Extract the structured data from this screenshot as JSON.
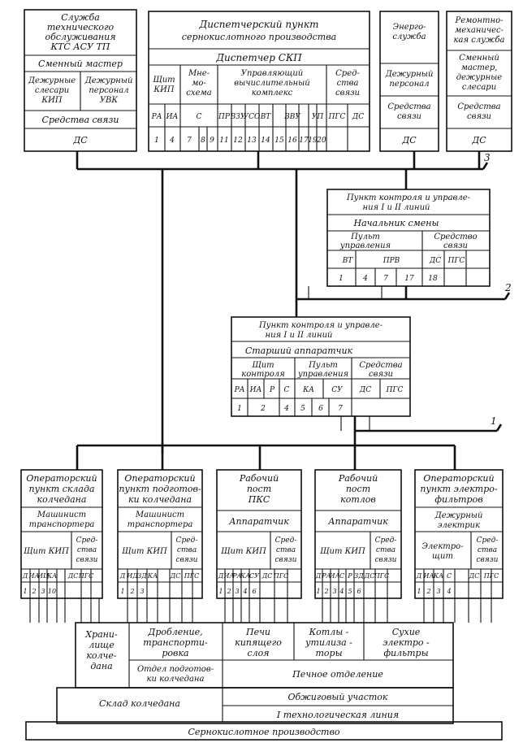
{
  "service_acs": {
    "title": [
      "Служба",
      "технического",
      "обслуживания",
      "КТС АСУ ТП"
    ],
    "shift_master": "Сменный мастер",
    "duty_kip": [
      "Дежурные",
      "слесари",
      "КИП"
    ],
    "duty_uvk": [
      "Дежурный",
      "персонал",
      "УВК"
    ],
    "comm": "Средства связи",
    "ds": "ДС"
  },
  "dispatch": {
    "title": [
      "Диспетчерский пункт",
      "сернокислотного производства"
    ],
    "dispatcher": "Диспетчер СКП",
    "panel": [
      "Щит",
      "КИП"
    ],
    "mimic": [
      "Мне-",
      "мо-",
      "схема"
    ],
    "computer": [
      "Управляющий",
      "вычислительный",
      "комплекс"
    ],
    "comm": [
      "Сред-",
      "ства",
      "связи"
    ],
    "codes": [
      "РА",
      "ИА",
      "С",
      "ПР",
      "ВЗУ",
      "УСО",
      "ВТ",
      "ВВУ",
      "УП",
      "ПГС",
      "ДС"
    ],
    "numbers": [
      "1",
      "4",
      "7",
      "8",
      "9",
      "11",
      "12",
      "13",
      "14",
      "15",
      "16",
      "17",
      "19",
      "20"
    ]
  },
  "energy": {
    "title": [
      "Энерго-",
      "служба"
    ],
    "staff": [
      "Дежурный",
      "персонал"
    ],
    "comm": [
      "Средства",
      "связи"
    ],
    "ds": "ДС"
  },
  "repair": {
    "title": [
      "Ремонтно-",
      "механичес-",
      "кая служба"
    ],
    "staff": [
      "Сменный",
      "мастер,",
      "дежурные",
      "слесари"
    ],
    "comm": [
      "Средства",
      "связи"
    ],
    "ds": "ДС"
  },
  "line_refs": [
    "3",
    "2",
    "1"
  ],
  "ctrl_upper": {
    "title": [
      "Пункт контроля и управле-",
      "ния I и II линий"
    ],
    "chief": "Начальник смены",
    "console": [
      "Пульт",
      "управления"
    ],
    "comm": [
      "Средство",
      "связи"
    ],
    "codes": [
      "ВТ",
      "ПРВ",
      "ДС",
      "ПГС"
    ],
    "numbers": [
      "1",
      "4",
      "7",
      "17",
      "18"
    ]
  },
  "ctrl_lower": {
    "title": [
      "Пункт контроля и управле-",
      "ния I и II линий"
    ],
    "senior": "Старший аппаратчик",
    "panel": [
      "Щит",
      "контроля"
    ],
    "console": [
      "Пульт",
      "управления"
    ],
    "comm": [
      "Средства",
      "связи"
    ],
    "codes": [
      "РА",
      "ИА",
      "Р",
      "С",
      "КА",
      "СУ",
      "ДС",
      "ПГС"
    ],
    "numbers": [
      "1",
      "2",
      "4",
      "5",
      "6",
      "7"
    ]
  },
  "op_stores": {
    "title": [
      "Операторский",
      "пункт склада",
      "колчедана"
    ],
    "role": [
      "Машинист",
      "транспортера"
    ],
    "panel": "Щит КИП",
    "comm": [
      "Сред-",
      "ства",
      "связи"
    ],
    "codes": [
      "Д",
      "ИА",
      "ИЦ",
      "КА",
      "ДС",
      "ПГС"
    ],
    "numbers": [
      "1",
      "2",
      "3",
      "10"
    ]
  },
  "op_prep": {
    "title": [
      "Операторский",
      "пункт подготов-",
      "ки колчедана"
    ],
    "role": [
      "Машинист",
      "транспортера"
    ],
    "panel": "Щит КИП",
    "comm": [
      "Сред-",
      "ства",
      "связи"
    ],
    "codes": [
      "Д",
      "ИД",
      "ЗД",
      "КА",
      "ДС",
      "ПГС"
    ],
    "numbers": [
      "1",
      "2",
      "3"
    ]
  },
  "work_pks": {
    "title": [
      "Рабочий",
      "пост",
      "ПКС"
    ],
    "role": "Аппаратчик",
    "panel": "Щит КИП",
    "comm": [
      "Сред-",
      "ства",
      "связи"
    ],
    "codes": [
      "Д",
      "ИА",
      "РА",
      "КА",
      "СУ",
      "ДС",
      "ПГС"
    ],
    "numbers": [
      "1",
      "2",
      "3",
      "4",
      "6"
    ]
  },
  "work_boilers": {
    "title": [
      "Рабочий",
      "пост",
      "котлов"
    ],
    "role": "Аппаратчик",
    "panel": "Щит КИП",
    "comm": [
      "Сред-",
      "ства",
      "связи"
    ],
    "codes": [
      "Д",
      "РА",
      "ИА",
      "С",
      "Р",
      "ЗД",
      "ДС",
      "ПГС"
    ],
    "numbers": [
      "1",
      "2",
      "3",
      "4",
      "5",
      "6"
    ]
  },
  "op_filters": {
    "title": [
      "Операторский",
      "пункт электро-",
      "фильтров"
    ],
    "role": [
      "Дежурный",
      "электрик"
    ],
    "panel": [
      "Электро-",
      "щит"
    ],
    "comm": [
      "Сред-",
      "ства",
      "связи"
    ],
    "codes": [
      "Д",
      "ИА",
      "КА",
      "С",
      "ДС",
      "ПГС"
    ],
    "numbers": [
      "1",
      "2",
      "3",
      "4"
    ]
  },
  "plant": {
    "storage": [
      "Храни-",
      "лище",
      "колче-",
      "дана"
    ],
    "crushing": [
      "Дробление,",
      "транспорти-",
      "ровка"
    ],
    "furnaces": [
      "Печи",
      "кипящего",
      "слоя"
    ],
    "boilers": [
      "Котлы -",
      "утилиза -",
      "торы"
    ],
    "filters": [
      "Сухие",
      "электро -",
      "фильтры"
    ],
    "prep_dept": [
      "Отдел подготов-",
      "ки колчедана"
    ],
    "furnace_dept": "Печное отделение",
    "warehouse": "Склад колчедана",
    "roasting": "Обжиговый участок",
    "line1": "I технологическая линия",
    "production": "Сернокислотное производство"
  }
}
